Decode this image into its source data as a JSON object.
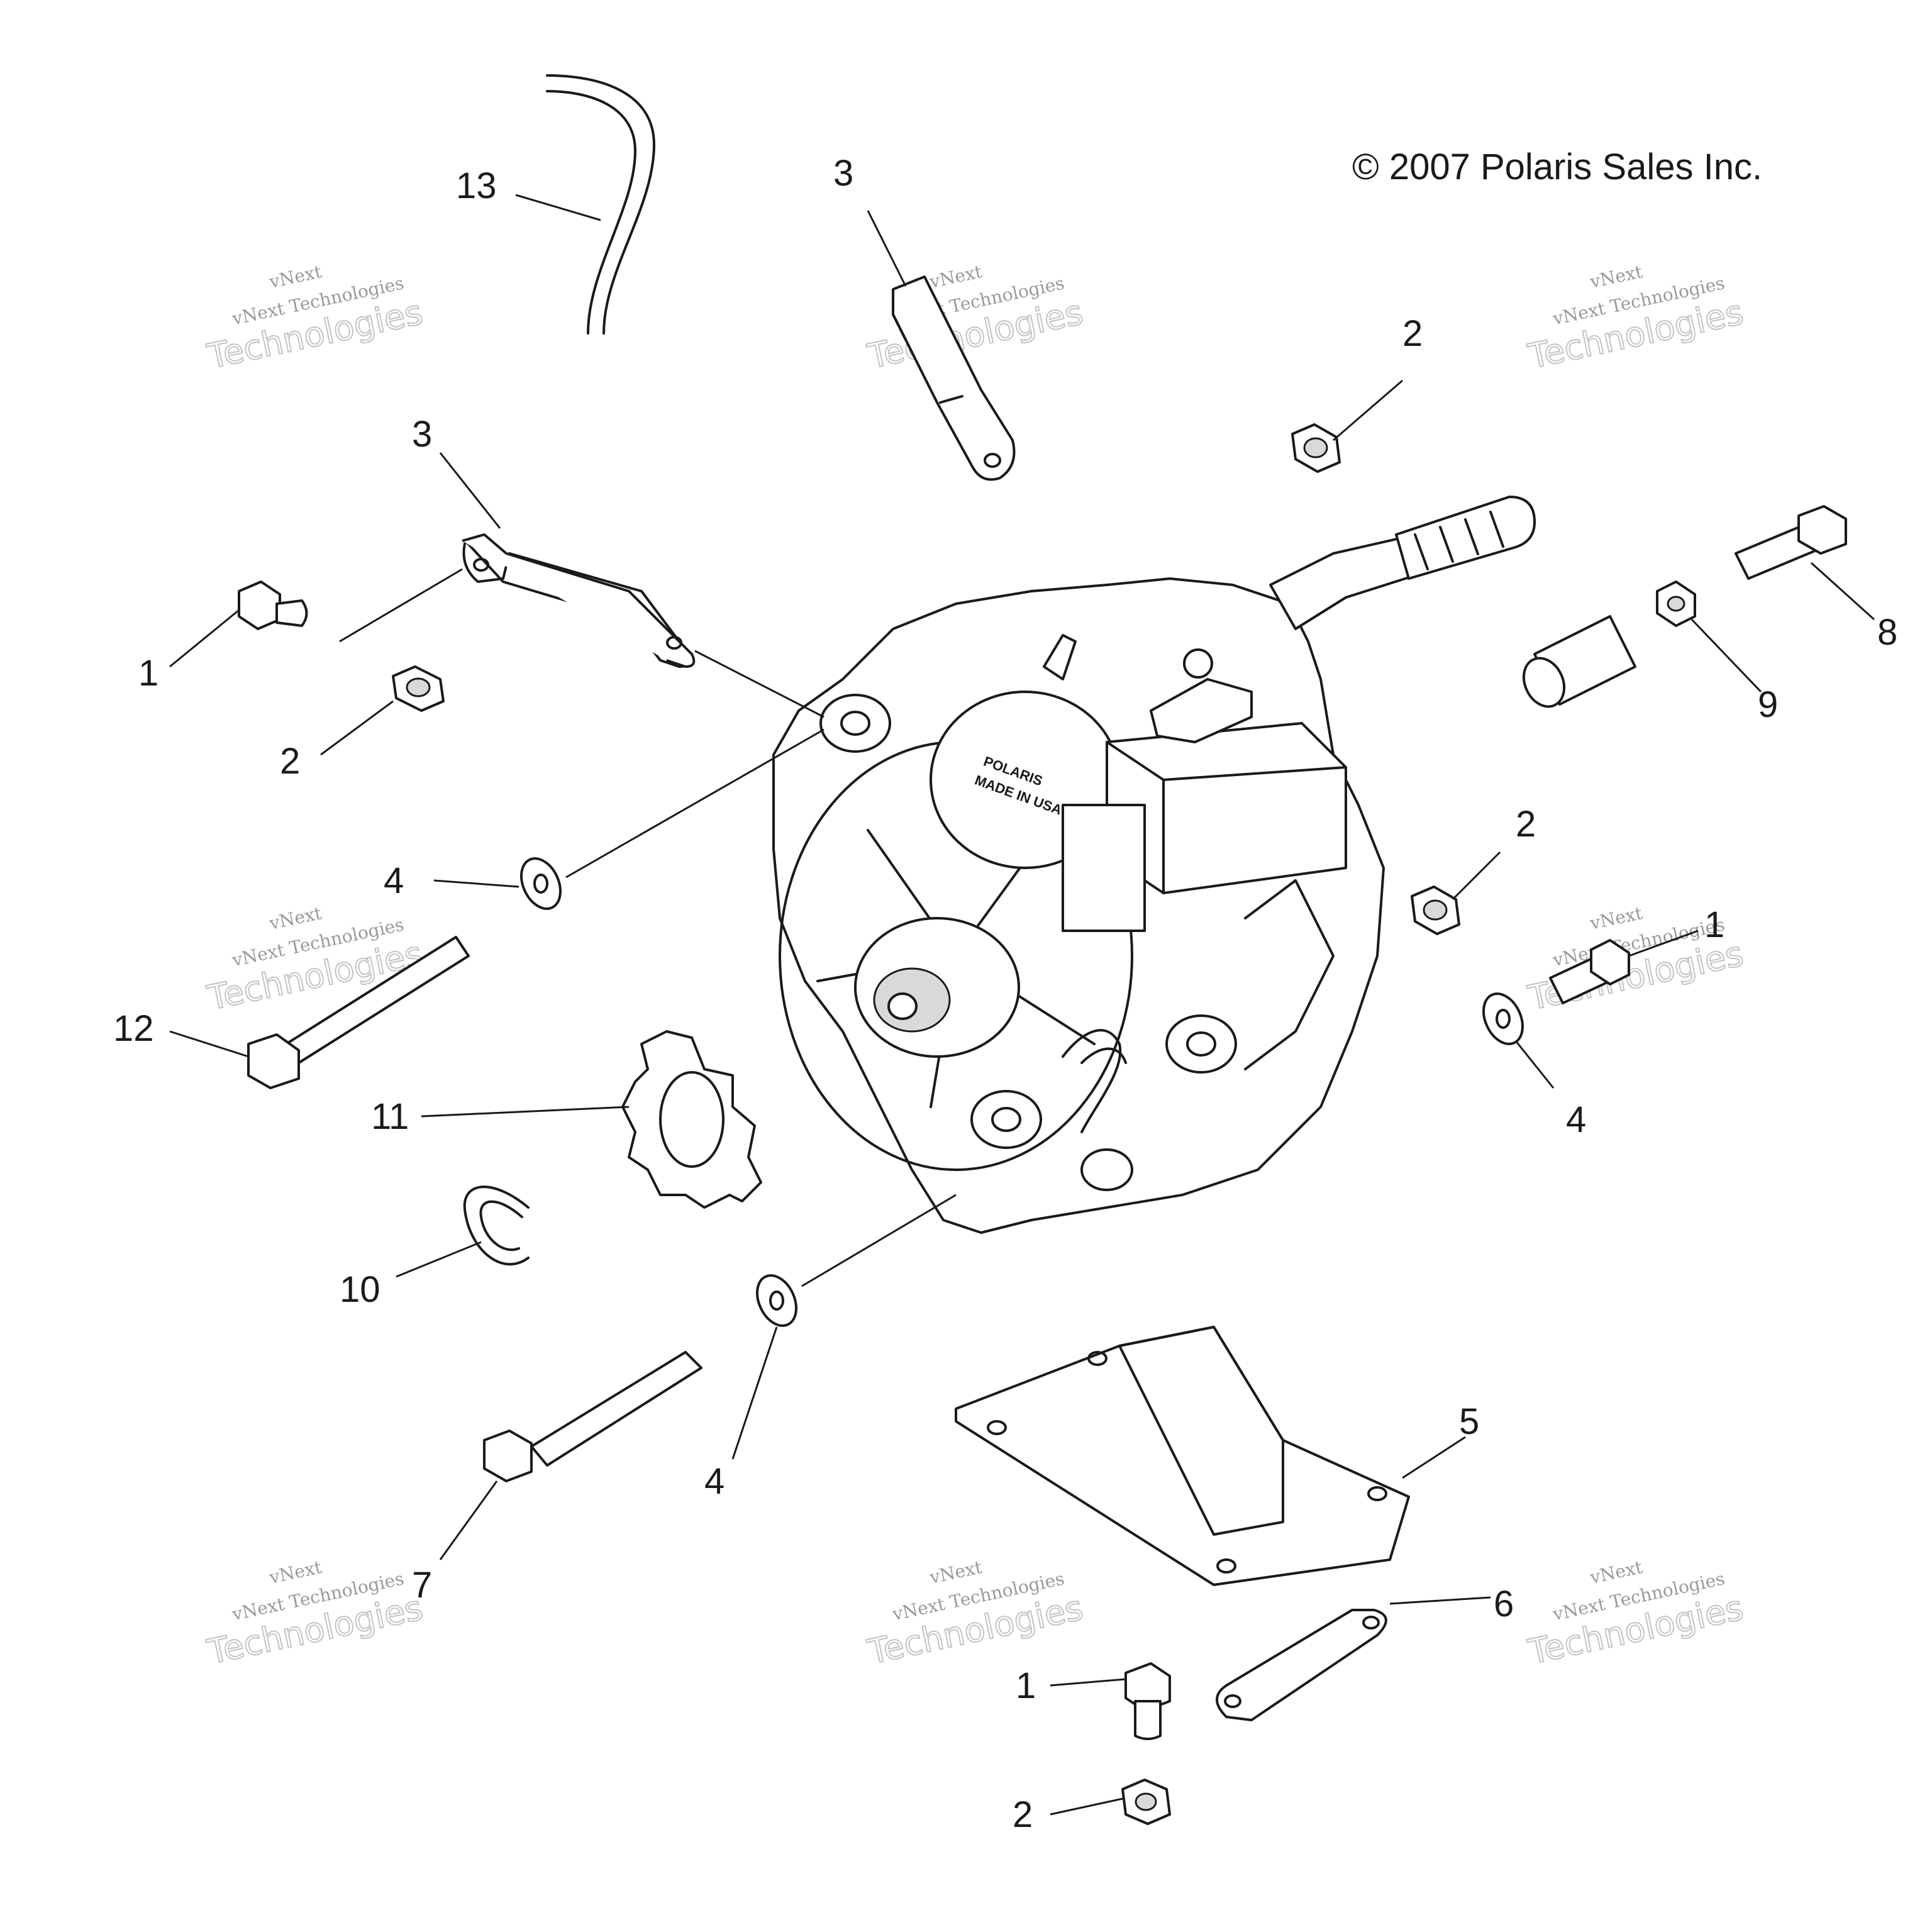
{
  "copyright": "© 2007 Polaris Sales Inc.",
  "watermark": {
    "line1": "vNext",
    "line2": "vNext Technologies",
    "line3": "Technologies"
  },
  "callouts": {
    "c1a": "1",
    "c1b": "1",
    "c1c": "1",
    "c2a": "2",
    "c2b": "2",
    "c2c": "2",
    "c2d": "2",
    "c3a": "3",
    "c3b": "3",
    "c4a": "4",
    "c4b": "4",
    "c4c": "4",
    "c5": "5",
    "c6": "6",
    "c7": "7",
    "c8": "8",
    "c9": "9",
    "c10": "10",
    "c11": "11",
    "c12": "12",
    "c13": "13"
  },
  "housing_logo": {
    "brand": "POLARIS",
    "origin": "MADE IN USA"
  }
}
